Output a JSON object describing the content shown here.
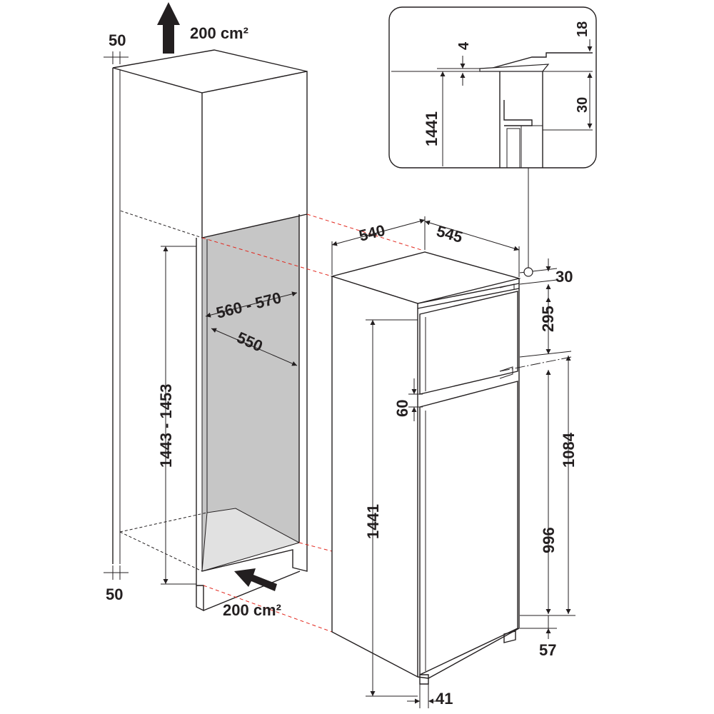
{
  "colors": {
    "line": "#231f20",
    "cavity": "#c6c6c6",
    "cavity_floor": "#dedede",
    "guide": "#e2261c"
  },
  "ventilation": {
    "top_area": "200 cm²",
    "bottom_area": "200 cm²"
  },
  "cabinet_dims": {
    "top_gap": "50",
    "bottom_gap": "50",
    "niche_height": "1443 - 1453",
    "niche_width": "560 - 570",
    "niche_depth": "550"
  },
  "fridge_dims": {
    "width": "540",
    "depth": "545",
    "height": "1441",
    "top_gap": "30",
    "freezer_door": "295",
    "door_gap": "60",
    "hinge_height": "1084",
    "fridge_door": "996",
    "bottom_offset": "57",
    "foot": "41"
  },
  "detail_dims": {
    "gap": "4",
    "rail": "18",
    "bracket": "30",
    "height": "1441"
  }
}
